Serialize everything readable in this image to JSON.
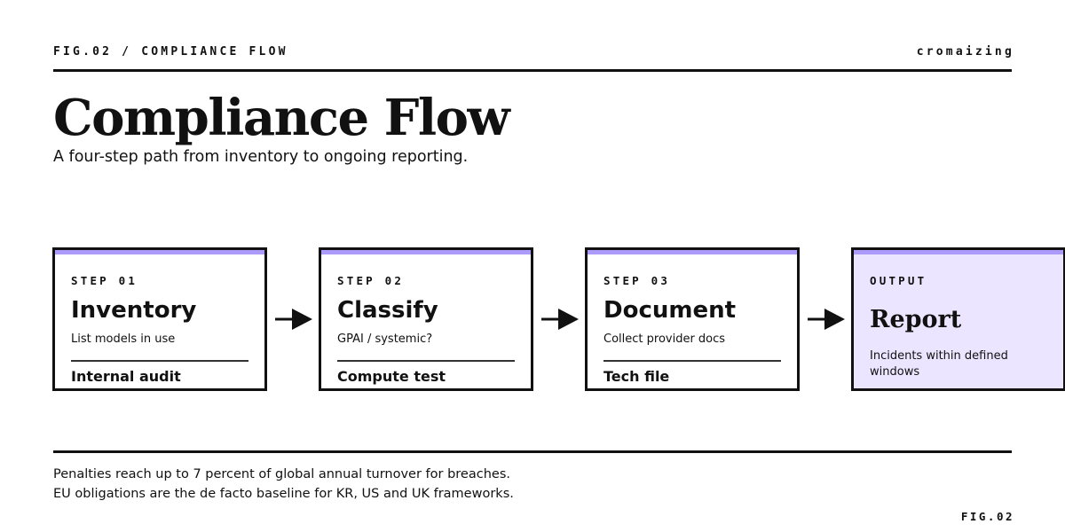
{
  "header": {
    "fig_label": "FIG.02 / COMPLIANCE FLOW",
    "brand": "cromaizing"
  },
  "title": "Compliance Flow",
  "subtitle": "A four-step path from inventory to ongoing reporting.",
  "steps": [
    {
      "label": "STEP 01",
      "name": "Inventory",
      "desc": "List models in use",
      "output": "Internal audit"
    },
    {
      "label": "STEP 02",
      "name": "Classify",
      "desc": "GPAI / systemic?",
      "output": "Compute test"
    },
    {
      "label": "STEP 03",
      "name": "Document",
      "desc": "Collect provider docs",
      "output": "Tech file"
    }
  ],
  "final": {
    "label": "OUTPUT",
    "name": "Report",
    "desc": "Incidents within defined windows"
  },
  "notes": [
    "Penalties reach up to 7 percent of global annual turnover for breaches.",
    "EU obligations are the de facto baseline for KR, US and UK frameworks."
  ],
  "footer": {
    "fig_label": "FIG.02"
  },
  "colors": {
    "ink": "#111111",
    "accent": "#ad9bfb",
    "output_fill": "#ebe5ff",
    "background": "#ffffff"
  }
}
